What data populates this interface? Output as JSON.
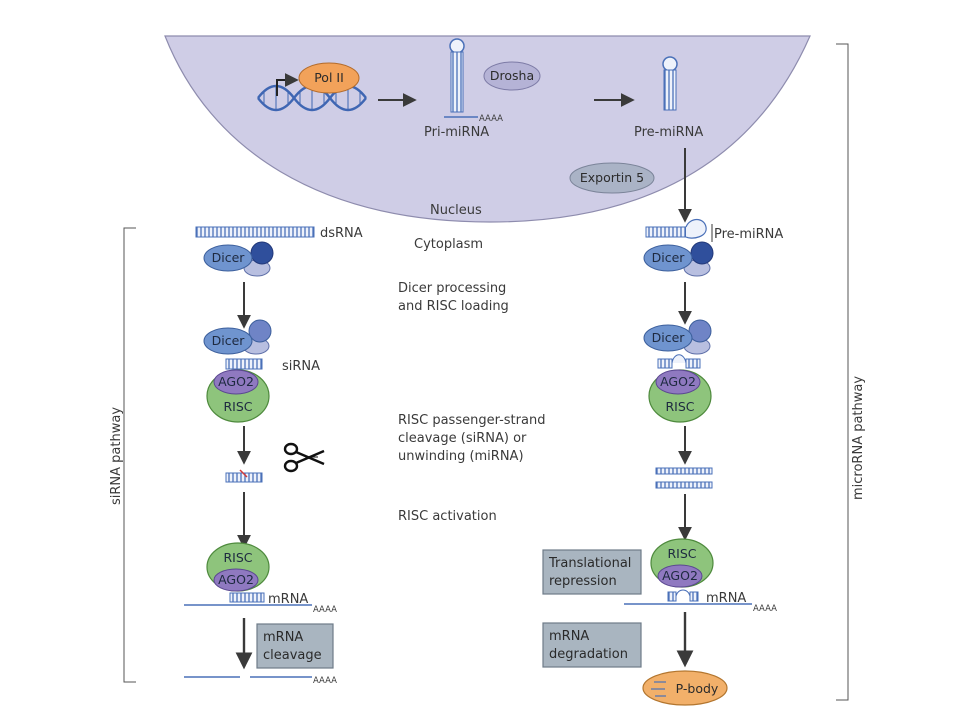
{
  "nucleus": {
    "label": "Nucleus",
    "pol": "Pol II",
    "drosha": "Drosha",
    "pri_mirna": "Pri-miRNA",
    "pre_mirna": "Pre-miRNA",
    "tail": "AAAA",
    "exportin": "Exportin 5"
  },
  "cytoplasm": {
    "label": "Cytoplasm"
  },
  "pathways": {
    "sirna": "siRNA pathway",
    "microrna": "microRNA pathway"
  },
  "steps": {
    "dicer_l1": "Dicer processing",
    "dicer_l2": "and RISC loading",
    "risc_l1": "RISC passenger-strand",
    "risc_l2": "cleavage (siRNA) or",
    "risc_l3": "unwinding (miRNA)",
    "activation": "RISC activation"
  },
  "left": {
    "dsrna": "dsRNA",
    "dicer": "Dicer",
    "sirna": "siRNA",
    "ago2": "AGO2",
    "risc": "RISC",
    "mrna": "mRNA",
    "tail": "AAAA",
    "cleavage_l1": "mRNA",
    "cleavage_l2": "cleavage",
    "tail2": "AAAA"
  },
  "right": {
    "pre_mirna": "Pre-miRNA",
    "dicer": "Dicer",
    "ago2": "AGO2",
    "risc": "RISC",
    "mrna": "mRNA",
    "tail": "AAAA",
    "trans_l1": "Translational",
    "trans_l2": "repression",
    "degr_l1": "mRNA",
    "degr_l2": "degradation",
    "pbody": "P-body"
  },
  "colors": {
    "nucleus": "#cfcde6",
    "pol": "#f2a25a",
    "drosha": "#b5b3d6",
    "exportin": "#aab3c6",
    "dicer": "#6f94cf",
    "ago2": "#8f79c0",
    "risc": "#8ec47c",
    "pbody": "#f2b06a",
    "box": "#a9b5c0"
  }
}
